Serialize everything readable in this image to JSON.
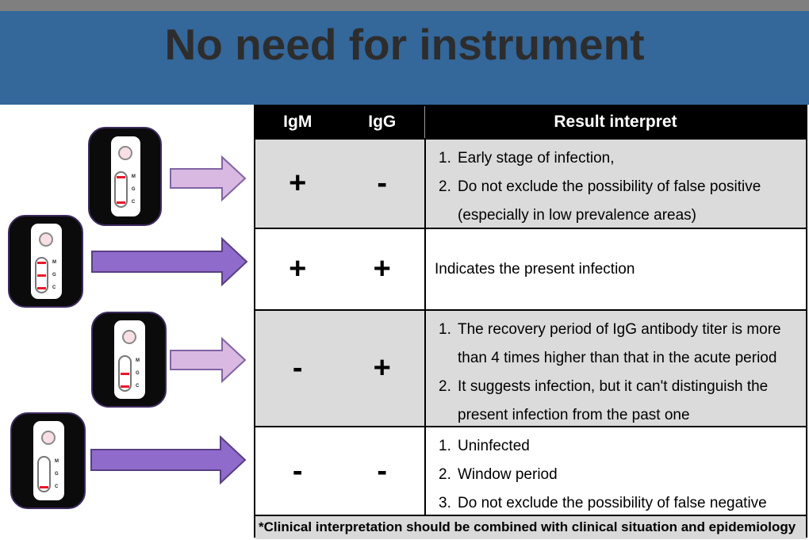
{
  "header": {
    "title": "No need for instrument"
  },
  "colors": {
    "top-bar": "#7f7f7f",
    "banner": "#34679a",
    "title-text": "#2d2d2d",
    "header-bg": "#000000",
    "header-text": "#ffffff",
    "row-alt": "#dbdbdb",
    "row-plain": "#ffffff",
    "footnote-bg": "#d9d9d9",
    "arrow-light": "#d9b9e2",
    "arrow-light-stroke": "#8064a2",
    "arrow-dark": "#8f6bcb",
    "arrow-dark-stroke": "#5a3f82",
    "cassette-body": "#0b0b0b",
    "cassette-outline": "#3d2b5e",
    "well-pink": "#f8dfe3",
    "test-line-red": "#e8192c",
    "table-border": "#000000"
  },
  "cassette_labels": [
    "M",
    "G",
    "C"
  ],
  "cassettes": [
    {
      "bands": [
        "M",
        "C"
      ]
    },
    {
      "bands": [
        "M",
        "G",
        "C"
      ]
    },
    {
      "bands": [
        "G",
        "C"
      ]
    },
    {
      "bands": [
        "C"
      ]
    }
  ],
  "table": {
    "columns": {
      "igm": "IgM",
      "igg": "IgG",
      "result": "Result interpret"
    },
    "rows": [
      {
        "igm": "+",
        "igg": "-",
        "items": [
          {
            "num": "1.",
            "text": "Early stage of infection,"
          },
          {
            "num": "2.",
            "text": "Do not exclude the possibility of false positive (especially in low prevalence areas)"
          }
        ]
      },
      {
        "igm": "+",
        "igg": "+",
        "plain": "Indicates the present infection"
      },
      {
        "igm": "-",
        "igg": "+",
        "items": [
          {
            "num": "1.",
            "text": "The recovery period of IgG antibody titer is more than 4 times higher than that in the acute period"
          },
          {
            "num": "2.",
            "text": "It suggests infection, but it can't distinguish the present infection from the past one"
          }
        ]
      },
      {
        "igm": "-",
        "igg": "-",
        "items": [
          {
            "num": "1.",
            "text": "Uninfected"
          },
          {
            "num": "2.",
            "text": "Window period"
          },
          {
            "num": "3.",
            "text": "Do not exclude the possibility of false negative"
          }
        ]
      }
    ],
    "footnote": "*Clinical interpretation should be combined with clinical situation and epidemiology"
  }
}
